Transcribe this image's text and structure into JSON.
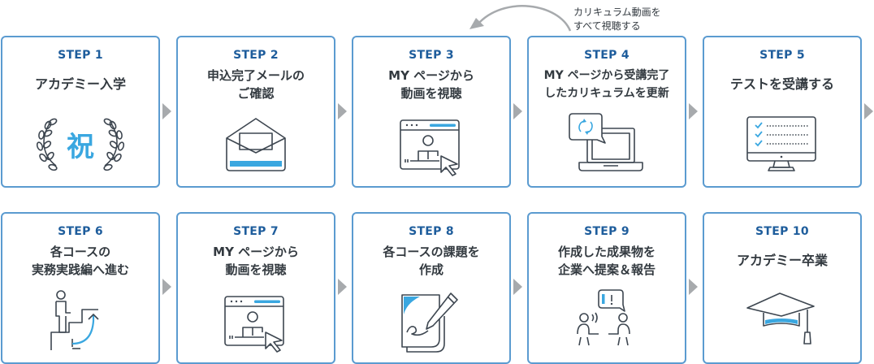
{
  "loop": {
    "note": "カリキュラム動画を\nすべて視聴する",
    "from_step": 4,
    "to_step": 3
  },
  "colors": {
    "border": "#5b9bd0",
    "step_label": "#1e5d9c",
    "accent": "#3aa7e0",
    "text": "#333a40",
    "arrow": "#a7aaad",
    "icon_stroke": "#3d4650"
  },
  "steps": [
    {
      "label": "STEP 1",
      "title": "アカデミー入学",
      "icon": "laurel-celebration-icon",
      "icon_text": "祝"
    },
    {
      "label": "STEP 2",
      "title": "申込完了メールの\nご確認",
      "icon": "open-envelope-icon"
    },
    {
      "label": "STEP 3",
      "title": "MY ページから\n動画を視聴",
      "icon": "video-player-icon"
    },
    {
      "label": "STEP 4",
      "title": "MY ページから受講完了\nしたカリキュラムを更新",
      "icon": "laptop-refresh-icon"
    },
    {
      "label": "STEP 5",
      "title": "テストを受講する",
      "icon": "monitor-checklist-icon"
    },
    {
      "label": "STEP 6",
      "title": "各コースの\n実務実践編へ進む",
      "icon": "stairs-progress-icon"
    },
    {
      "label": "STEP 7",
      "title": "MY ページから\n動画を視聴",
      "icon": "video-player-icon"
    },
    {
      "label": "STEP 8",
      "title": "各コースの課題を\n作成",
      "icon": "document-pen-icon"
    },
    {
      "label": "STEP 9",
      "title": "作成した成果物を\n企業へ提案＆報告",
      "icon": "presentation-people-icon"
    },
    {
      "label": "STEP 10",
      "title": "アカデミー卒業",
      "icon": "graduation-cap-icon"
    }
  ]
}
